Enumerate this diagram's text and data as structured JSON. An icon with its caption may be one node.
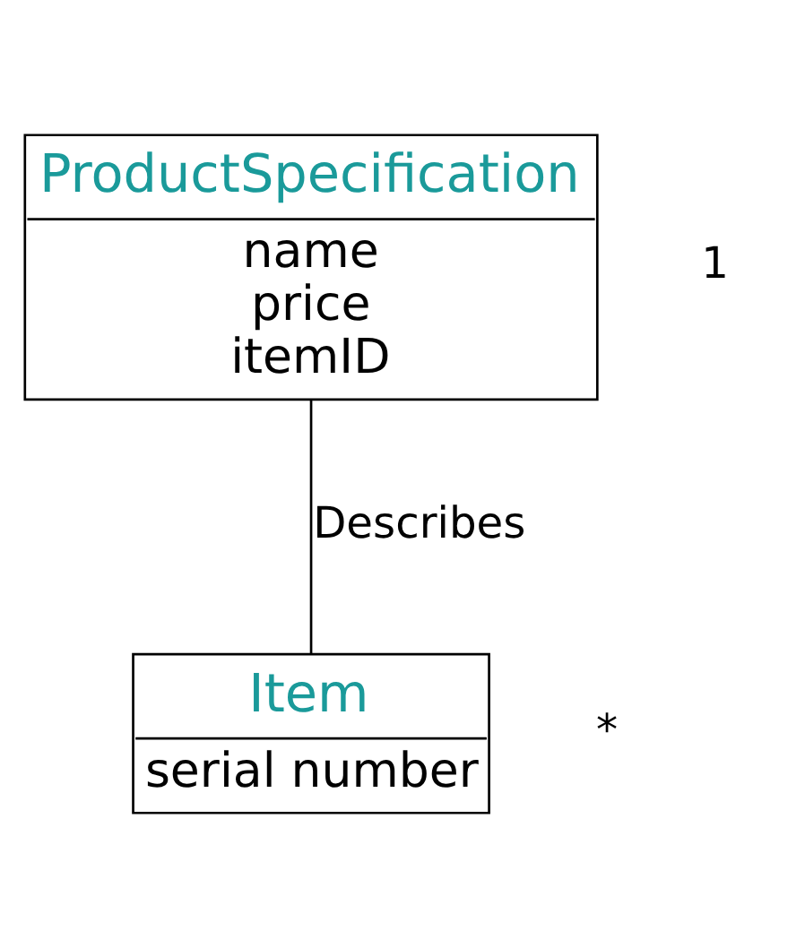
{
  "diagram": {
    "nodes": [
      {
        "text": [
          "ProductSpecification",
          "name",
          "price",
          "itemID"
        ]
      },
      {
        "text": [
          "Item",
          "serial number"
        ]
      }
    ],
    "edges": [
      {
        "from": 0,
        "to": 1,
        "arrow": "none",
        "label": "Describes"
      }
    ],
    "labels": [
      "1",
      "*"
    ]
  }
}
